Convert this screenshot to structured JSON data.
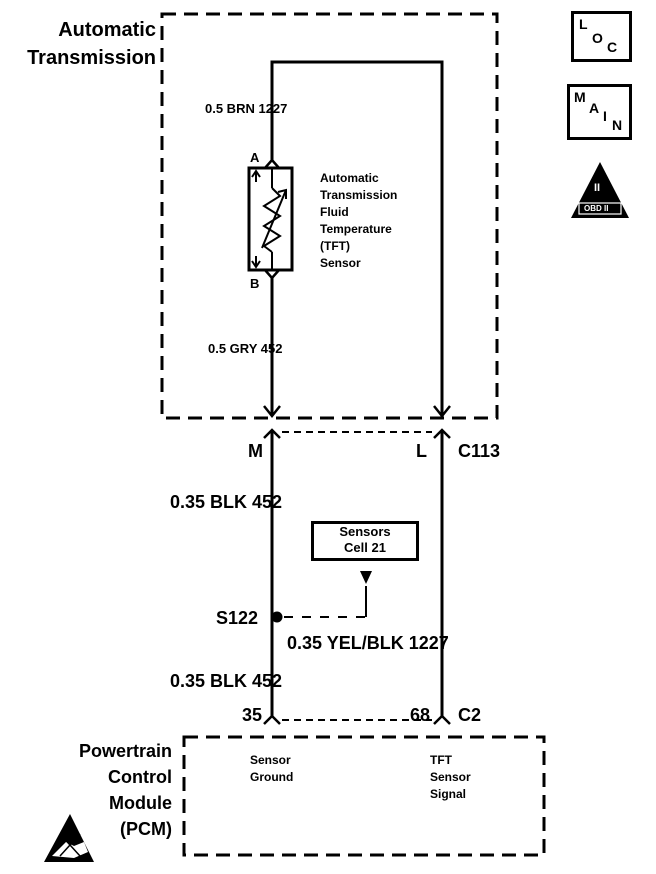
{
  "transmission": {
    "title_line1": "Automatic",
    "title_line2": "Transmission",
    "wire_top": "0.5 BRN 1227",
    "wire_bottom": "0.5 GRY 452",
    "pin_a": "A",
    "pin_b": "B",
    "sensor_lines": [
      "Automatic",
      "Transmission",
      "Fluid",
      "Temperature",
      "(TFT)",
      "Sensor"
    ]
  },
  "connector_c113": {
    "name": "C113",
    "pin_left": "M",
    "pin_right": "L"
  },
  "harness": {
    "wire_upper_left": "0.35 BLK 452",
    "splice": "S122",
    "wire_right": "0.35 YEL/BLK 1227",
    "wire_lower_left": "0.35 BLK 452",
    "sensors_cell_line1": "Sensors",
    "sensors_cell_line2": "Cell 21"
  },
  "connector_c2": {
    "name": "C2",
    "pin_left": "35",
    "pin_right": "68"
  },
  "pcm": {
    "title_lines": [
      "Powertrain",
      "Control",
      "Module",
      "(PCM)"
    ],
    "pin1_line1": "Sensor",
    "pin1_line2": "Ground",
    "pin2_line1": "TFT",
    "pin2_line2": "Sensor",
    "pin2_line3": "Signal"
  },
  "badges": {
    "loc": [
      "L",
      "O",
      "C"
    ],
    "main": [
      "M",
      "A",
      "I",
      "N"
    ],
    "obd": [
      "II",
      "OBD II"
    ]
  },
  "icons": [
    "loc-icon",
    "main-icon",
    "obd-ii-warning-icon",
    "esd-warning-icon"
  ]
}
